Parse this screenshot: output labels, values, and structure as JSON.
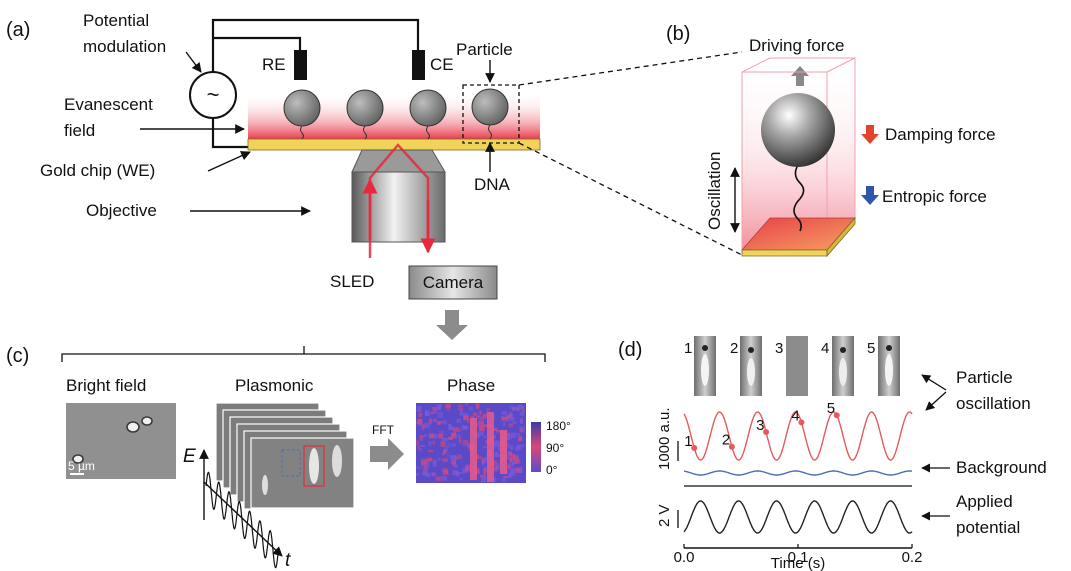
{
  "panels": {
    "a": {
      "tag": "(a)",
      "potential_modulation": [
        "Potential",
        "modulation"
      ],
      "ac_symbol": "~",
      "re": "RE",
      "ce": "CE",
      "particle": "Particle",
      "evanescent_field": [
        "Evanescent",
        "field"
      ],
      "gold_chip": "Gold chip (WE)",
      "dna": "DNA",
      "objective": "Objective",
      "sled": "SLED",
      "camera": "Camera"
    },
    "b": {
      "tag": "(b)",
      "driving_force": "Driving force",
      "damping_force": "Damping force",
      "entropic_force": "Entropic force",
      "oscillation": "Oscillation"
    },
    "c": {
      "tag": "(c)",
      "bright_field": "Bright field",
      "plasmonic": "Plasmonic",
      "phase": "Phase",
      "fft": "FFT",
      "scale_bar": "5 µm",
      "e_axis": "E",
      "t_axis": "t",
      "colorbar": [
        "180°",
        "90°",
        "0°"
      ]
    },
    "d": {
      "tag": "(d)",
      "frame_numbers": [
        "1",
        "2",
        "3",
        "4",
        "5"
      ],
      "point_labels": [
        "1",
        "2",
        "3",
        "4",
        "5"
      ],
      "particle_oscillation": [
        "Particle",
        "oscillation"
      ],
      "background": "Background",
      "applied_potential": [
        "Applied",
        "potential"
      ],
      "ylabel_signal": "1000 a.u.",
      "ylabel_potential": "2 V",
      "xticks": [
        "0.0",
        "0.1",
        "0.2"
      ],
      "xlabel": "Time (s)"
    }
  },
  "colors": {
    "signal": "#e8595e",
    "background_trace": "#4a6fb5",
    "potential": "#222222",
    "gold": "#f2d35a",
    "evanescent": "#e83a4a",
    "damping_arrow": "#e0452c",
    "entropic_arrow": "#2f56a8"
  },
  "chart_data": {
    "type": "line",
    "xlabel": "Time (s)",
    "xlim": [
      0.0,
      0.2
    ],
    "xticks": [
      0.0,
      0.1,
      0.2
    ],
    "series": [
      {
        "frequency_hz": 30,
        "points": "1–5 marked"
      },
      {
        "frequency_hz": 30
      },
      {
        "frequency_hz": 30
      }
    ]
  }
}
